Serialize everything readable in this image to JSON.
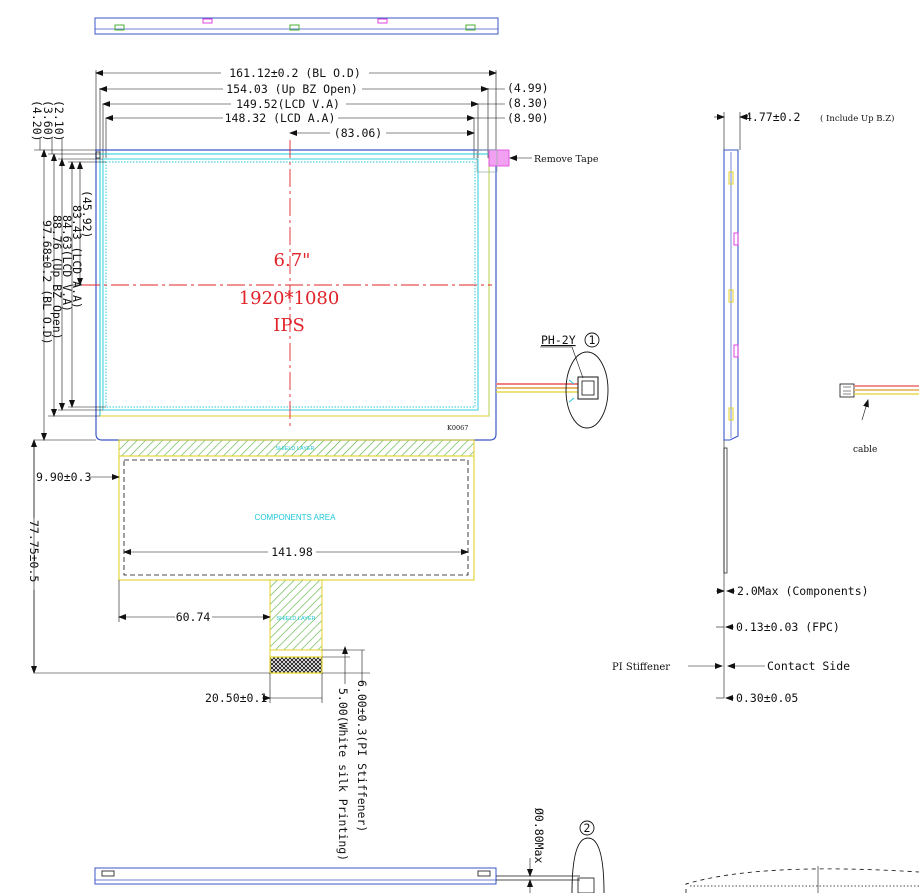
{
  "colors": {
    "line": "#111111",
    "outline": "#3b56c8",
    "cyan": "#1ec8d8",
    "yellow": "#e0d22a",
    "green": "#4caf34",
    "red": "#e0242a",
    "magenta": "#e040e0",
    "cable_pink": "#f08080"
  },
  "top_dimensions": {
    "bl_od": "161.12±0.2 (BL O.D)",
    "up_bz_open": "154.03 (Up BZ Open)",
    "lcd_va": "149.52(LCD V.A)",
    "lcd_aa": "148.32 (LCD A.A)",
    "offset_4_99": "(4.99)",
    "offset_8_30": "(8.30)",
    "offset_8_90": "(8.90)",
    "center_83_06": "(83.06)"
  },
  "left_dimensions": {
    "d_4_20": "(4.20)",
    "d_3_60": "(3.60)",
    "d_2_10": "(2.10)",
    "d_45_92": "(45.92)",
    "d_83_43": "83.43 (LCD A.A)",
    "d_84_63": "84.63(LCD V.A)",
    "d_88_76": "88.76 (Up BZ Open)",
    "d_97_68": "97.68±0.2 (BL O.D)"
  },
  "panel": {
    "size": "6.7\"",
    "resolution": "1920*1080",
    "type": "IPS",
    "label_code": "K0067",
    "remove_tape": "Remove Tape"
  },
  "connector": {
    "label": "PH-2Y",
    "index": "1"
  },
  "fpc": {
    "components_area": "COMPONENTS AREA",
    "width_141_98": "141.98",
    "offset_9_90": "9.90±0.3",
    "length_77_75": "77.75±0.5",
    "offset_60_74": "60.74",
    "tail_width_20_50": "20.50±0.1",
    "white_silk": "5.00(White silk Printing)",
    "pi_stiffener_dim": "6.00±0.3(PI Stiffener)",
    "green_label_top": "SHIELD LAYER",
    "green_label_tail": "SHIELD LAYER"
  },
  "side_view": {
    "thickness": "4.77±0.2",
    "thickness_note": "( Include Up B.Z)",
    "cable": "cable",
    "components_max": "2.0Max (Components)",
    "fpc_thickness": "0.13±0.03 (FPC)",
    "pi_stiffener": "PI Stiffener",
    "contact_side": "Contact Side",
    "stiffener_thickness": "0.30±0.05"
  },
  "bottom_view": {
    "diameter": "Ø0.80Max",
    "index": "2"
  }
}
